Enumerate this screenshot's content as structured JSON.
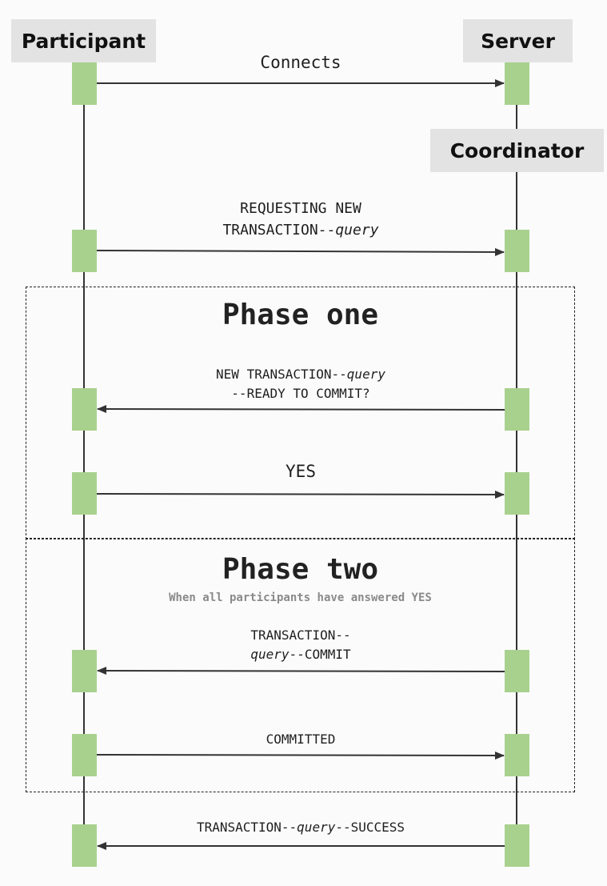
{
  "actors": {
    "participant": "Participant",
    "server": "Server",
    "coordinator": "Coordinator"
  },
  "phases": {
    "one": {
      "title": "Phase one"
    },
    "two": {
      "title": "Phase two",
      "subtitle": "When all participants have answered YES"
    }
  },
  "messages": {
    "connects": {
      "text": "Connects"
    },
    "request": {
      "line1": "REQUESTING NEW",
      "line2_pre": "TRANSACTION--",
      "line2_em": "query"
    },
    "new_tx": {
      "line1_pre": "NEW TRANSACTION--",
      "line1_em": "query",
      "line2": "--READY TO COMMIT?"
    },
    "yes": {
      "text": "YES"
    },
    "commit": {
      "line1": "TRANSACTION--",
      "line2_em": "query",
      "line2_post": "--COMMIT"
    },
    "committed": {
      "text": "COMMITTED"
    },
    "success": {
      "pre": "TRANSACTION--",
      "em": "query",
      "post": "--SUCCESS"
    }
  },
  "colors": {
    "activation": "#a9d18e",
    "actor_box": "#e3e3e3",
    "line": "#333333",
    "subtitle": "#8a8a8a"
  }
}
